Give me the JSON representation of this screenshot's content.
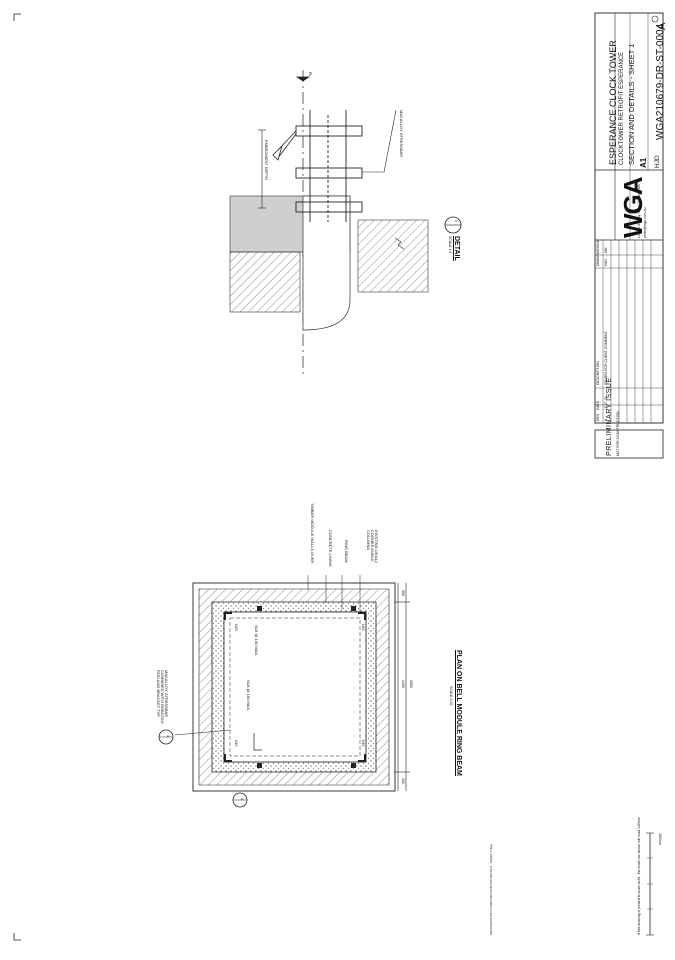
{
  "title_block": {
    "project_line1": "ESPERANCE CLOCK TOWER",
    "project_line2": "CLOCKTOWER RETROFIT ESPERANCE",
    "sheet_title": "SECTION AND DETAILS - SHEET 1",
    "drawing_number": "WGA210679-DR-ST-0004",
    "revision": "A",
    "size": "A1",
    "checked_by": "NM",
    "drawn_by": "HJD",
    "logo": "WGA",
    "company_details": "Level 1 66 Hay Street Subiaco WA",
    "company_contact": "perth@wga.com.au"
  },
  "preliminary_stamp": {
    "main": "PRELIMINARY ISSUE",
    "sub": "NOT FOR CONSTRUCTION"
  },
  "revision_table": {
    "headers": [
      "REV",
      "DATE",
      "DESCRIPTION",
      "DRAWN",
      "DESIGN",
      "CHECKED"
    ],
    "rows": [
      [
        "A",
        "15.07.22",
        "ISSUED FOR CLIENT COMMENT",
        "HJD",
        "NM",
        ""
      ]
    ]
  },
  "detail_view": {
    "title": "DETAIL",
    "scale": "SCALE 1:5",
    "callout_number": "1",
    "callout_ref": "ST-0004",
    "labels": {
      "rod": "MACALLOY STRESSBAR",
      "dimension": "EMBEDMENT DEPTH",
      "level": "RL"
    }
  },
  "plan_view": {
    "title": "PLAN ON BELL MODULE RING BEAM",
    "scale": "SCALE 1:20",
    "labels": [
      "TIMBER MODULE WALLS OVER",
      "CONCRETE LINING",
      "RING BEAM",
      "EXISTING 150x12 CORNER ANGLE COLUMNS"
    ],
    "callout_left": "MACALLOY STRESSBAR COMBINED WITH ROBOTAG ROD AND BRACKET TYP.",
    "rebar_note_1": "N16 @ 150 MAX.",
    "rebar_note_2": "N16 @ 150 MAX.",
    "bar_marks": [
      "N16",
      "N16",
      "N16",
      "N16"
    ],
    "dimensions": [
      "2400",
      "300",
      "300",
      "3000"
    ],
    "callout_1": "1",
    "callout_2": "1"
  },
  "footer": {
    "scale_bar_label": "100mm",
    "note": "If this drawing is printed to scale at A1, the scale bar above will read 100mm",
    "file_path": "WGA210679-DR-ST-0004 SECTION AND DETAILS - SHEET 1.dwg"
  }
}
